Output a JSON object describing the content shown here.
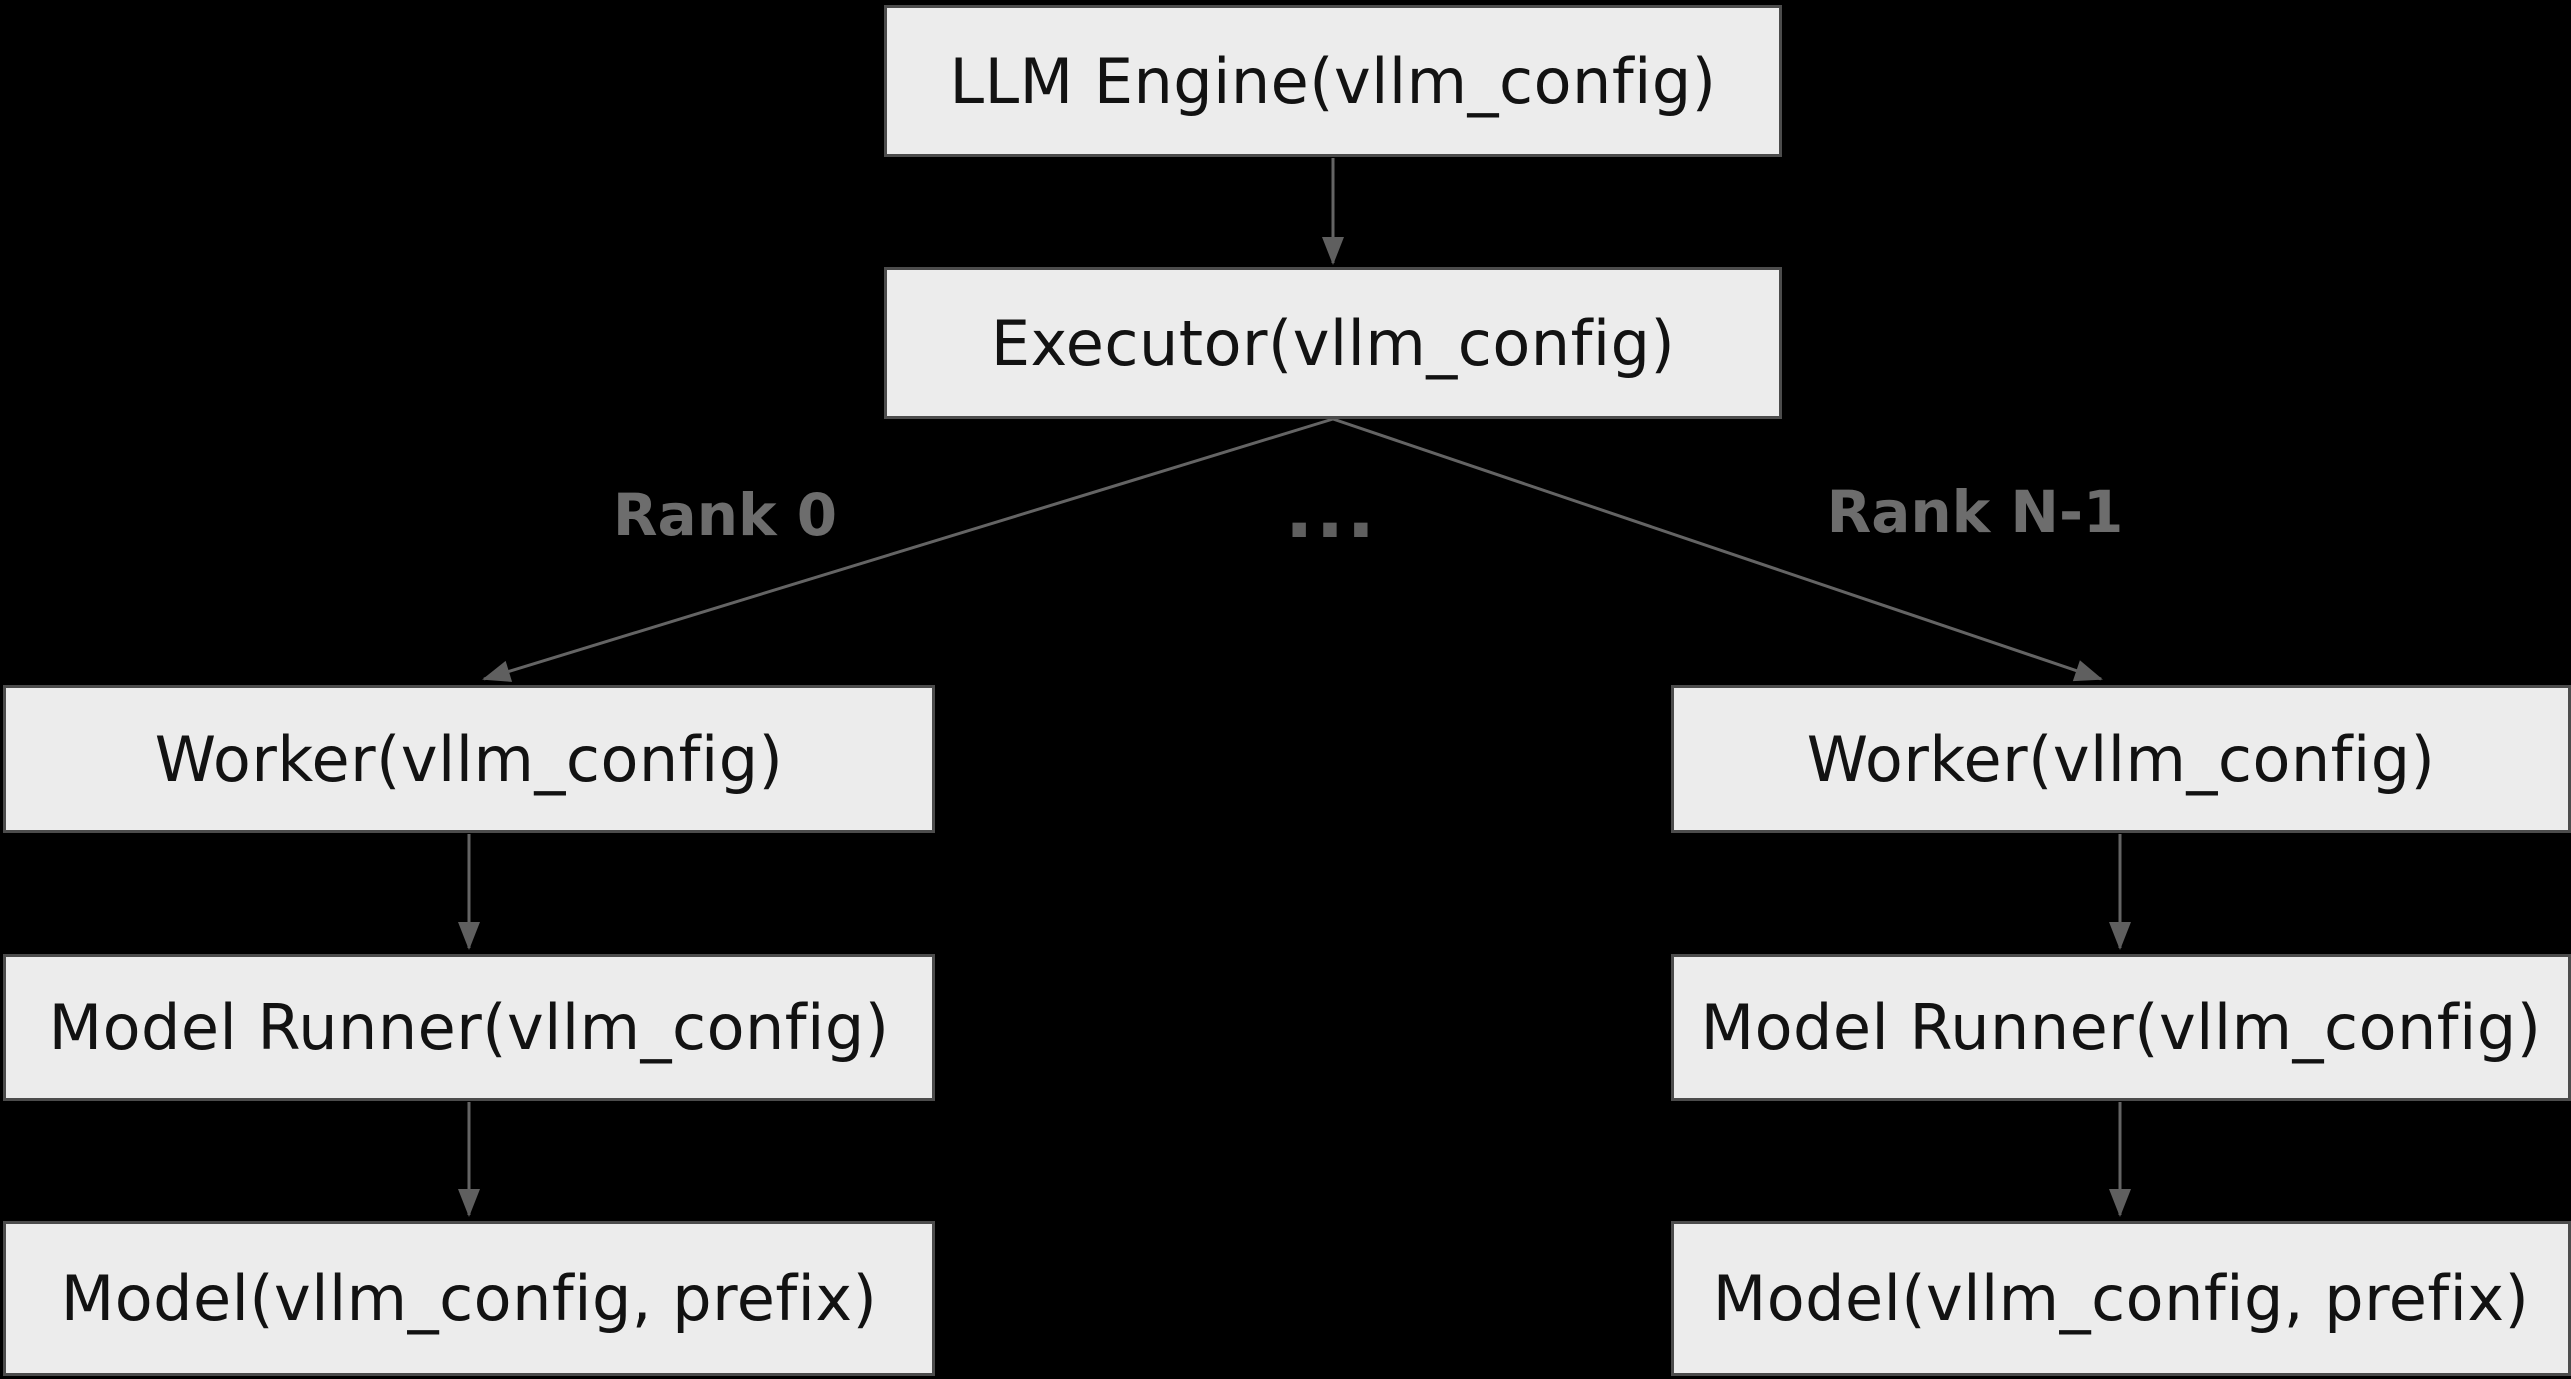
{
  "nodes": {
    "llm_engine": {
      "label": "LLM Engine(vllm_config)"
    },
    "executor": {
      "label": "Executor(vllm_config)"
    },
    "worker_left": {
      "label": "Worker(vllm_config)"
    },
    "model_runner_left": {
      "label": "Model Runner(vllm_config)"
    },
    "model_left": {
      "label": "Model(vllm_config, prefix)"
    },
    "worker_right": {
      "label": "Worker(vllm_config)"
    },
    "model_runner_right": {
      "label": "Model Runner(vllm_config)"
    },
    "model_right": {
      "label": "Model(vllm_config, prefix)"
    }
  },
  "edge_labels": {
    "rank_0": "Rank 0",
    "ellipsis": "...",
    "rank_n_minus_1": "Rank N-1"
  },
  "colors": {
    "background": "#000000",
    "node_fill": "#ececec",
    "node_border": "#4c4c4c",
    "node_text": "#121212",
    "edge_line": "#646464",
    "edge_label_text": "#6d6d6d"
  }
}
